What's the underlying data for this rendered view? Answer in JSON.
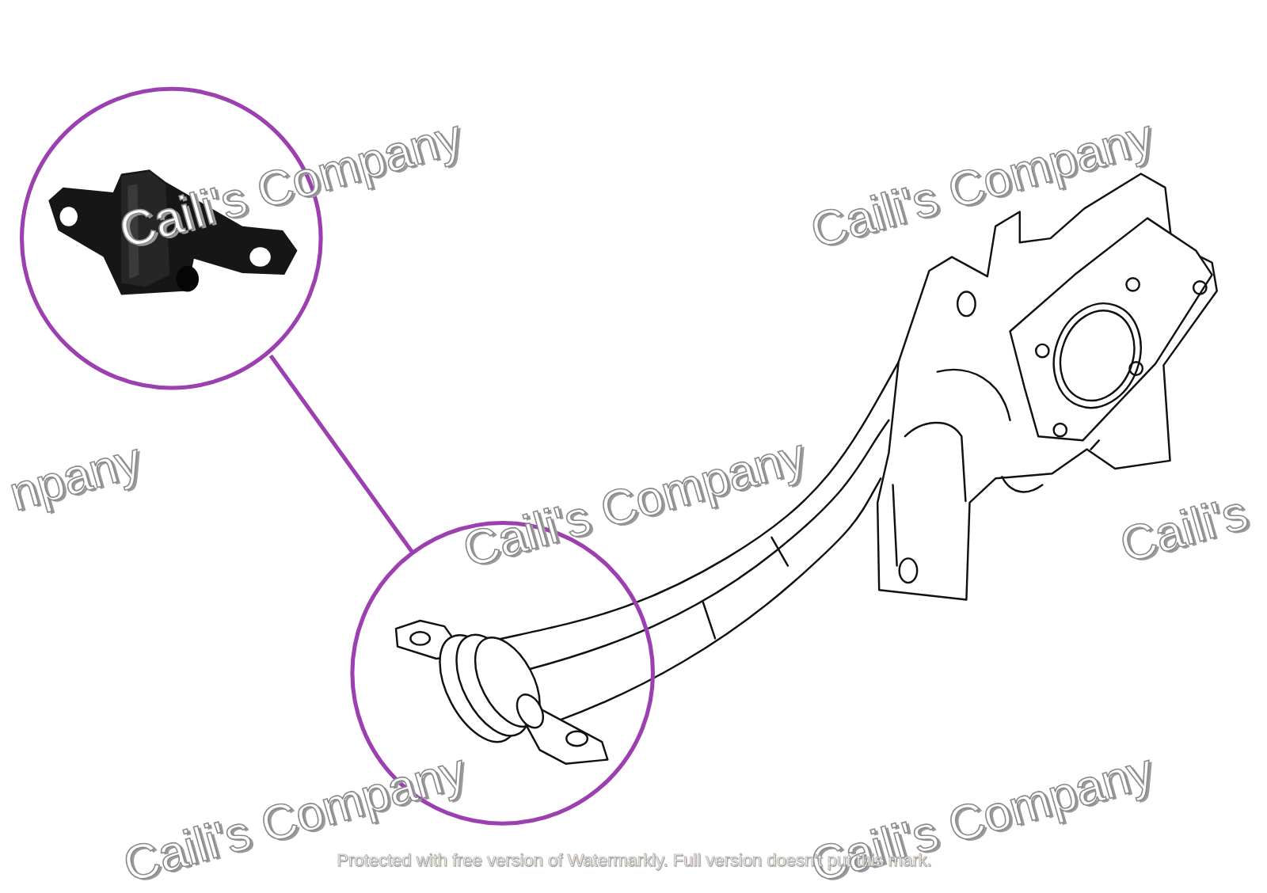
{
  "diagram": {
    "labels": [
      "Caili's Company",
      "Caili's Company",
      "npany",
      "Caili's Company",
      "Caili's",
      "Caili's Company",
      "Caili's Company",
      "Protected with free version of Watermarkly. Full version doesn't put this mark."
    ]
  }
}
